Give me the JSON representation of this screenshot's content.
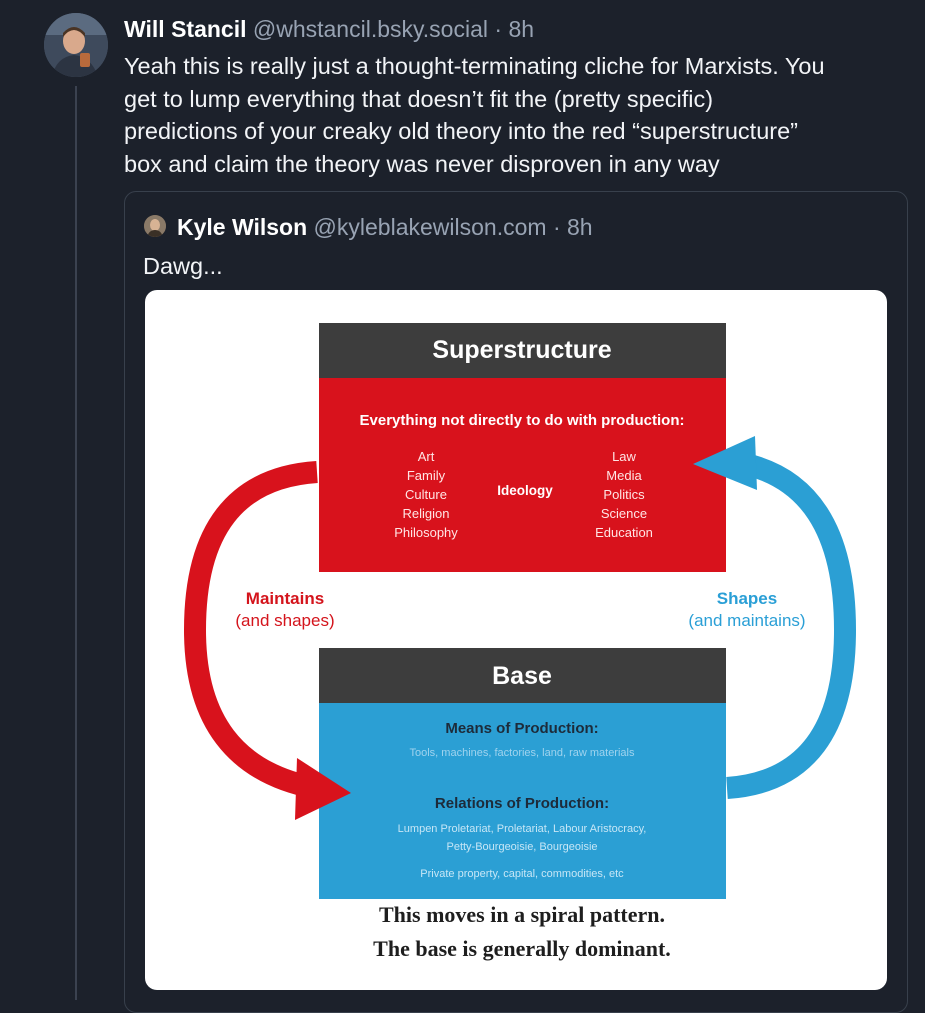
{
  "post": {
    "author_name": "Will Stancil",
    "author_handle": "@whstancil.bsky.social",
    "separator": "·",
    "time": "8h",
    "text_lines": [
      "Yeah this is really just a thought-terminating cliche for Marxists. You",
      "get to lump everything that doesn’t fit the (pretty specific)",
      "predictions of your creaky old theory into the red “superstructure”",
      "box and claim the theory was never disproven in any way"
    ]
  },
  "quote": {
    "author_name": "Kyle Wilson",
    "author_handle": "@kyleblakewilson.com",
    "separator": "·",
    "time": "8h",
    "text": "Dawg..."
  },
  "diagram": {
    "superstructure": {
      "title": "Superstructure",
      "subtitle": "Everything not directly to do with production:",
      "left_items": [
        "Art",
        "Family",
        "Culture",
        "Religion",
        "Philosophy"
      ],
      "center_item": "Ideology",
      "right_items": [
        "Law",
        "Media",
        "Politics",
        "Science",
        "Education"
      ]
    },
    "left_arrow": {
      "label": "Maintains",
      "sub": "(and shapes)"
    },
    "right_arrow": {
      "label": "Shapes",
      "sub": "(and maintains)"
    },
    "base": {
      "title": "Base",
      "means_title": "Means of Production:",
      "means_text": "Tools, machines, factories, land, raw materials",
      "relations_title": "Relations of Production:",
      "relations_line1": "Lumpen Proletariat, Proletariat, Labour Aristocracy,",
      "relations_line2": "Petty-Bourgeoisie, Bourgeoisie",
      "relations_line3": "Private property, capital, commodities, etc"
    },
    "caption_line1": "This moves in a spiral pattern.",
    "caption_line2": "The base is generally dominant.",
    "colors": {
      "dark_header": "#3d3d3d",
      "red": "#d8121c",
      "blue": "#2b9fd4",
      "red_label": "#d4141c",
      "blue_label": "#2a9fd6"
    }
  }
}
